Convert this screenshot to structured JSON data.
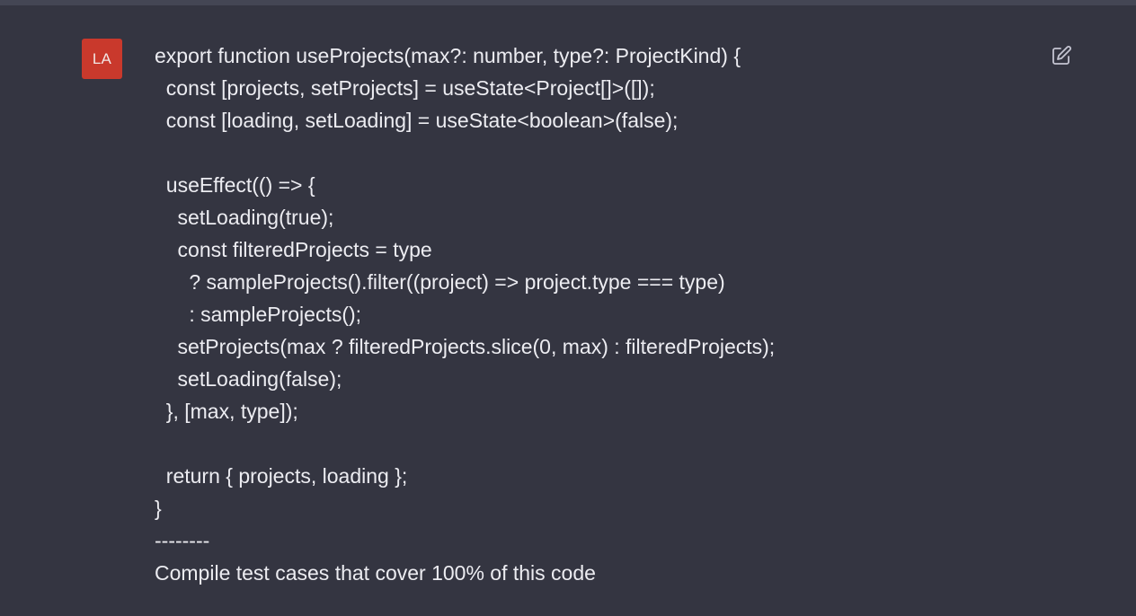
{
  "user": {
    "avatar_initials": "LA",
    "avatar_color": "#C9392C"
  },
  "message": {
    "lines": [
      "export function useProjects(max?: number, type?: ProjectKind) {",
      "  const [projects, setProjects] = useState<Project[]>([]);",
      "  const [loading, setLoading] = useState<boolean>(false);",
      "",
      "  useEffect(() => {",
      "    setLoading(true);",
      "    const filteredProjects = type",
      "      ? sampleProjects().filter((project) => project.type === type)",
      "      : sampleProjects();",
      "    setProjects(max ? filteredProjects.slice(0, max) : filteredProjects);",
      "    setLoading(false);",
      "  }, [max, type]);",
      "",
      "  return { projects, loading };",
      "}",
      "--------",
      "Compile test cases that cover 100% of this code"
    ]
  },
  "icons": {
    "edit": "edit-icon"
  },
  "colors": {
    "background": "#343541",
    "top_strip": "#444654",
    "text": "#ECECF1",
    "icon": "#C5C5D2"
  }
}
